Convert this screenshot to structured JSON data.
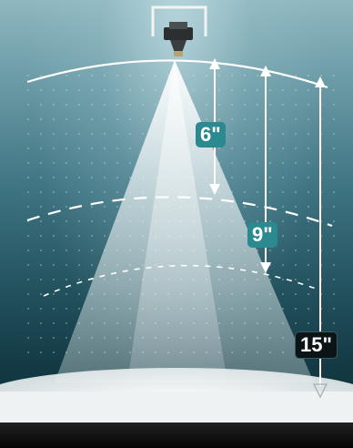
{
  "distance_labels": {
    "short": "6\"",
    "medium": "9\"",
    "long": "15\""
  },
  "colors": {
    "background": "#3f7482",
    "label_teal": "#2a8a8f",
    "label_dark": "#0b1416",
    "spray": "#f2f6f6"
  },
  "icons": {
    "nozzle": "spray-nozzle-icon"
  }
}
